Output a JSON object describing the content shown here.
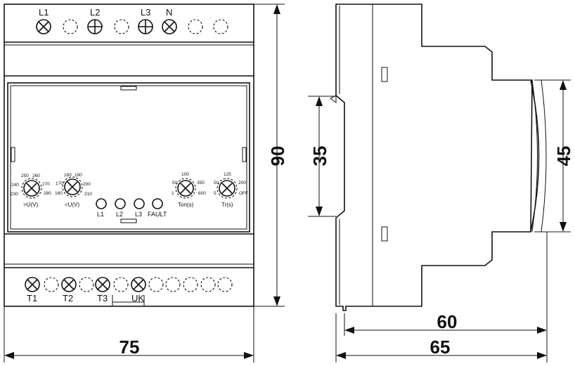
{
  "front": {
    "top_terminals": [
      "L1",
      "L2",
      "L3",
      "N"
    ],
    "bottom_terminals": [
      "T1",
      "T2",
      "T3",
      "UK"
    ],
    "knobs": [
      {
        "name": ">U(V)",
        "scale": [
          "240",
          "250",
          "260",
          "270",
          "280",
          "230"
        ]
      },
      {
        "name": "<U(V)",
        "scale": [
          "170",
          "180",
          "190",
          "200",
          "210",
          "160"
        ]
      },
      {
        "name": "Ton(s)",
        "scale": [
          "50",
          "100",
          "350",
          "600",
          "1"
        ]
      },
      {
        "name": "Tr(s)",
        "scale": [
          "50",
          "125",
          "200",
          "OFF",
          "5"
        ]
      }
    ],
    "leds": [
      "L1",
      "L2",
      "L3",
      "FAULT"
    ]
  },
  "dimensions": {
    "width": "75",
    "height": "90",
    "rail": "35",
    "front_height": "45",
    "depth_rail": "60",
    "depth_total": "65"
  }
}
